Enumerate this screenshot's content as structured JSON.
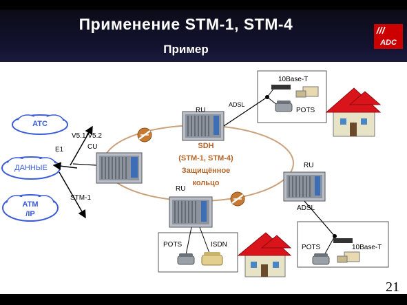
{
  "slide": {
    "title": "Применение STM-1, STM-4",
    "subtitle": "Пример",
    "page_number": "21",
    "logo_text": "ADC"
  },
  "clouds": {
    "ats": "ATC",
    "data": "ДАННЫЕ",
    "atm_line1": "ATM",
    "atm_line2": "/IP"
  },
  "ring": {
    "line1": "SDH",
    "line2": "(STM-1, STM-4)",
    "line3": "Защищённое",
    "line4": "кольцо"
  },
  "labels": {
    "v51": "V5.1/V5.2",
    "e1": "E1",
    "cu": "CU",
    "stm1": "STM-1",
    "ru_top": "RU",
    "ru_right": "RU",
    "ru_bottom": "RU",
    "adsl_top": "ADSL",
    "adsl_right": "ADSL",
    "tenbase_top": "10Base-T",
    "pots_top": "POTS",
    "pots_bottom": "POTS",
    "isdn_bottom": "ISDN",
    "pots_right": "POTS",
    "tenbase_right": "10Base-T"
  },
  "colors": {
    "title_bar": "#12122e",
    "ring": "#c9a27c",
    "ring_text": "#b5652a",
    "cloud_text": "#3a5ad8",
    "logo": "#cc0000",
    "house_roof": "#d9141b"
  }
}
